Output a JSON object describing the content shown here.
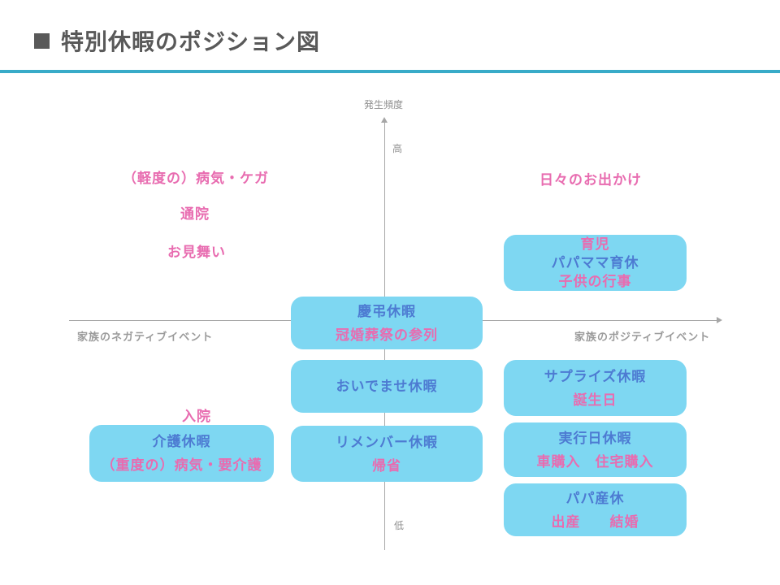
{
  "palette": {
    "pink": "#e86cb0",
    "blue": "#4d7bd2",
    "box-fill": "#7ed7f2",
    "axis-gray": "#a6a6a6",
    "label-gray": "#8f8f8f",
    "title-gray": "#595959",
    "accent-teal": "#38abc8"
  },
  "header": {
    "title": "特別休暇のポジション図"
  },
  "axes": {
    "y_axis_title": "発生頻度",
    "y_high": "高",
    "y_low": "低",
    "x_left_label": "家族のネガティブイベント",
    "x_right_label": "家族のポジティブイベント"
  },
  "free_labels": {
    "minor_sickness": "（軽度の）病気・ケガ",
    "hospital_visit": "通院",
    "omimai": "お見舞い",
    "daily_outing": "日々のお出かけ",
    "hospitalization": "入院"
  },
  "boxes": [
    {
      "id": "childcare",
      "lines": [
        {
          "text": "育児",
          "color": "pink"
        },
        {
          "text": "パパママ育休",
          "color": "blue"
        },
        {
          "text": "子供の行事",
          "color": "pink"
        }
      ]
    },
    {
      "id": "keicho-kyuka",
      "lines": [
        {
          "text": "慶弔休暇",
          "color": "blue"
        },
        {
          "text": "冠婚葬祭の参列",
          "color": "pink"
        }
      ]
    },
    {
      "id": "oidemase-kyuka",
      "lines": [
        {
          "text": "おいでませ休暇",
          "color": "blue"
        }
      ]
    },
    {
      "id": "surprise-kyuka",
      "lines": [
        {
          "text": "サプライズ休暇",
          "color": "blue"
        },
        {
          "text": "誕生日",
          "color": "pink"
        }
      ]
    },
    {
      "id": "remember-kyuka",
      "lines": [
        {
          "text": "リメンバー休暇",
          "color": "blue"
        },
        {
          "text": "帰省",
          "color": "pink"
        }
      ]
    },
    {
      "id": "jikkobi-kyuka",
      "lines": [
        {
          "text": "実行日休暇",
          "color": "blue"
        },
        {
          "text": "車購入　住宅購入",
          "color": "pink"
        }
      ]
    },
    {
      "id": "papa-sankyu",
      "lines": [
        {
          "text": "パパ産休",
          "color": "blue"
        },
        {
          "text": "出産　　結婚",
          "color": "pink"
        }
      ]
    },
    {
      "id": "kaigo-kyuka",
      "lines": [
        {
          "text": "介護休暇",
          "color": "blue"
        },
        {
          "text": "（重度の）病気・要介護",
          "color": "pink"
        }
      ]
    }
  ]
}
